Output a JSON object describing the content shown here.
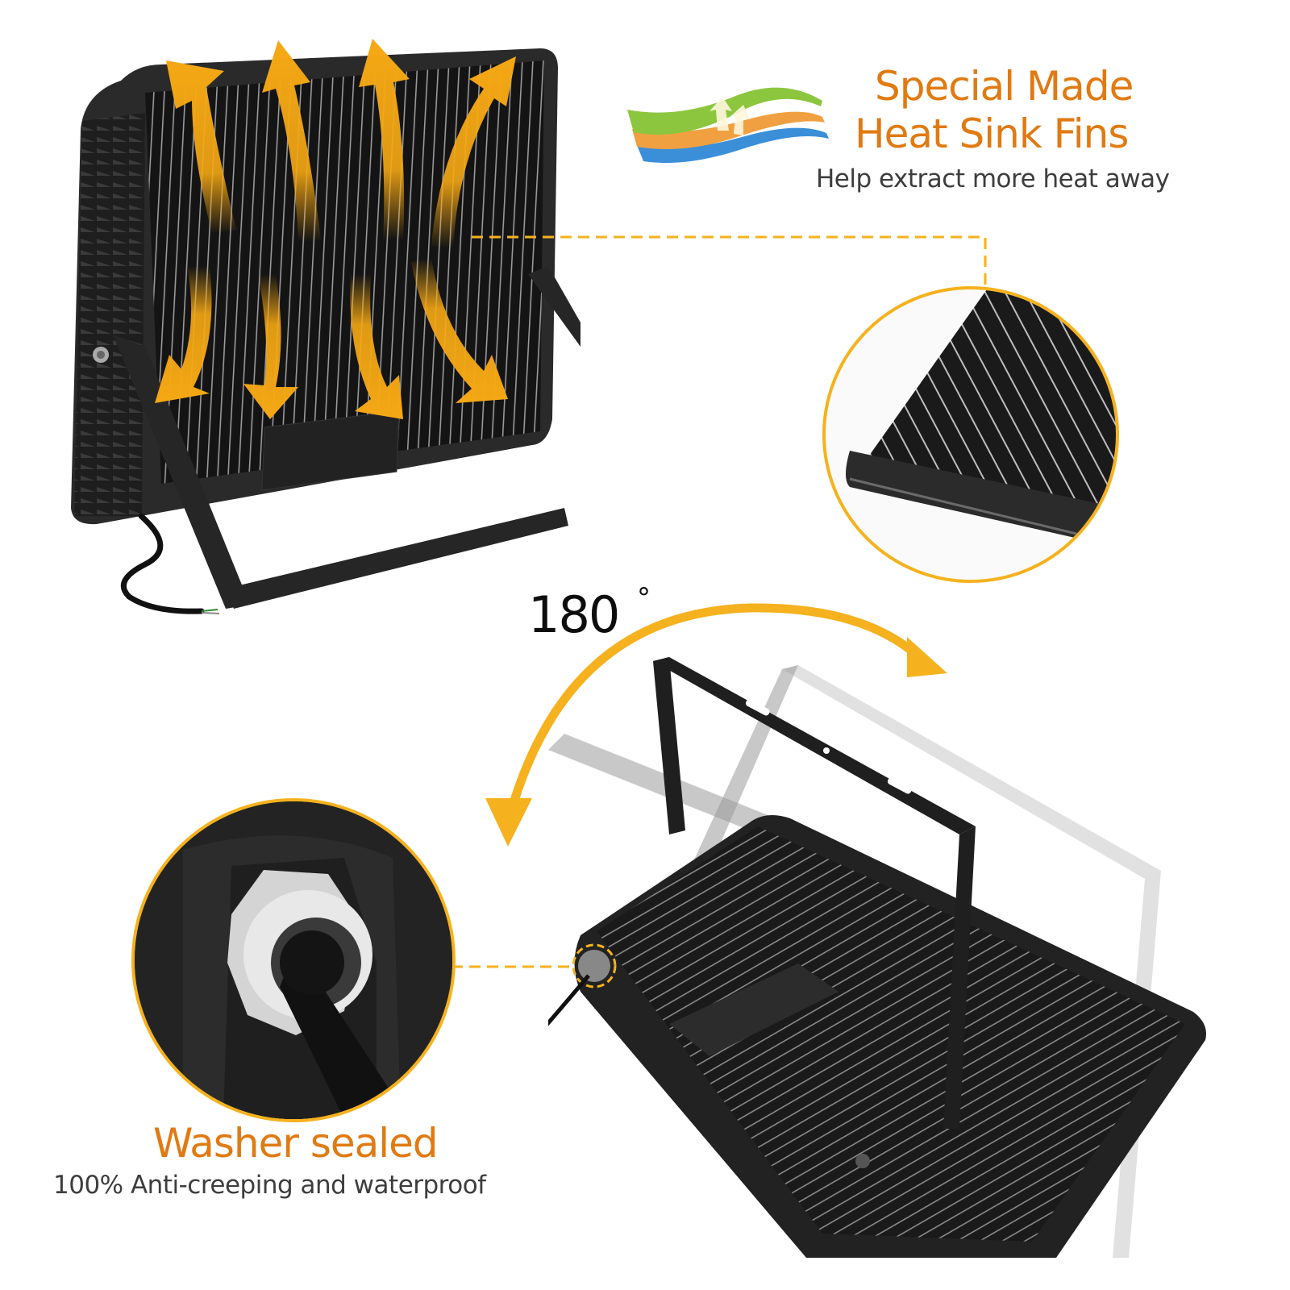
{
  "features": {
    "heat_sink": {
      "title_line1": "Special Made",
      "title_line2": "Heat Sink Fins",
      "subtitle": "Help extract more heat away",
      "icon": "layered-heat-dissipation-icon"
    },
    "rotation": {
      "angle_value": "180",
      "angle_unit": "°"
    },
    "washer": {
      "title": "Washer sealed",
      "subtitle": "100% Anti-creeping and waterproof"
    }
  },
  "colors": {
    "accent_orange": "#f5a814",
    "title_orange": "#e07a12",
    "text_gray": "#3d3d3d",
    "fixture_black": "#1a1a1a",
    "background": "#ffffff"
  }
}
